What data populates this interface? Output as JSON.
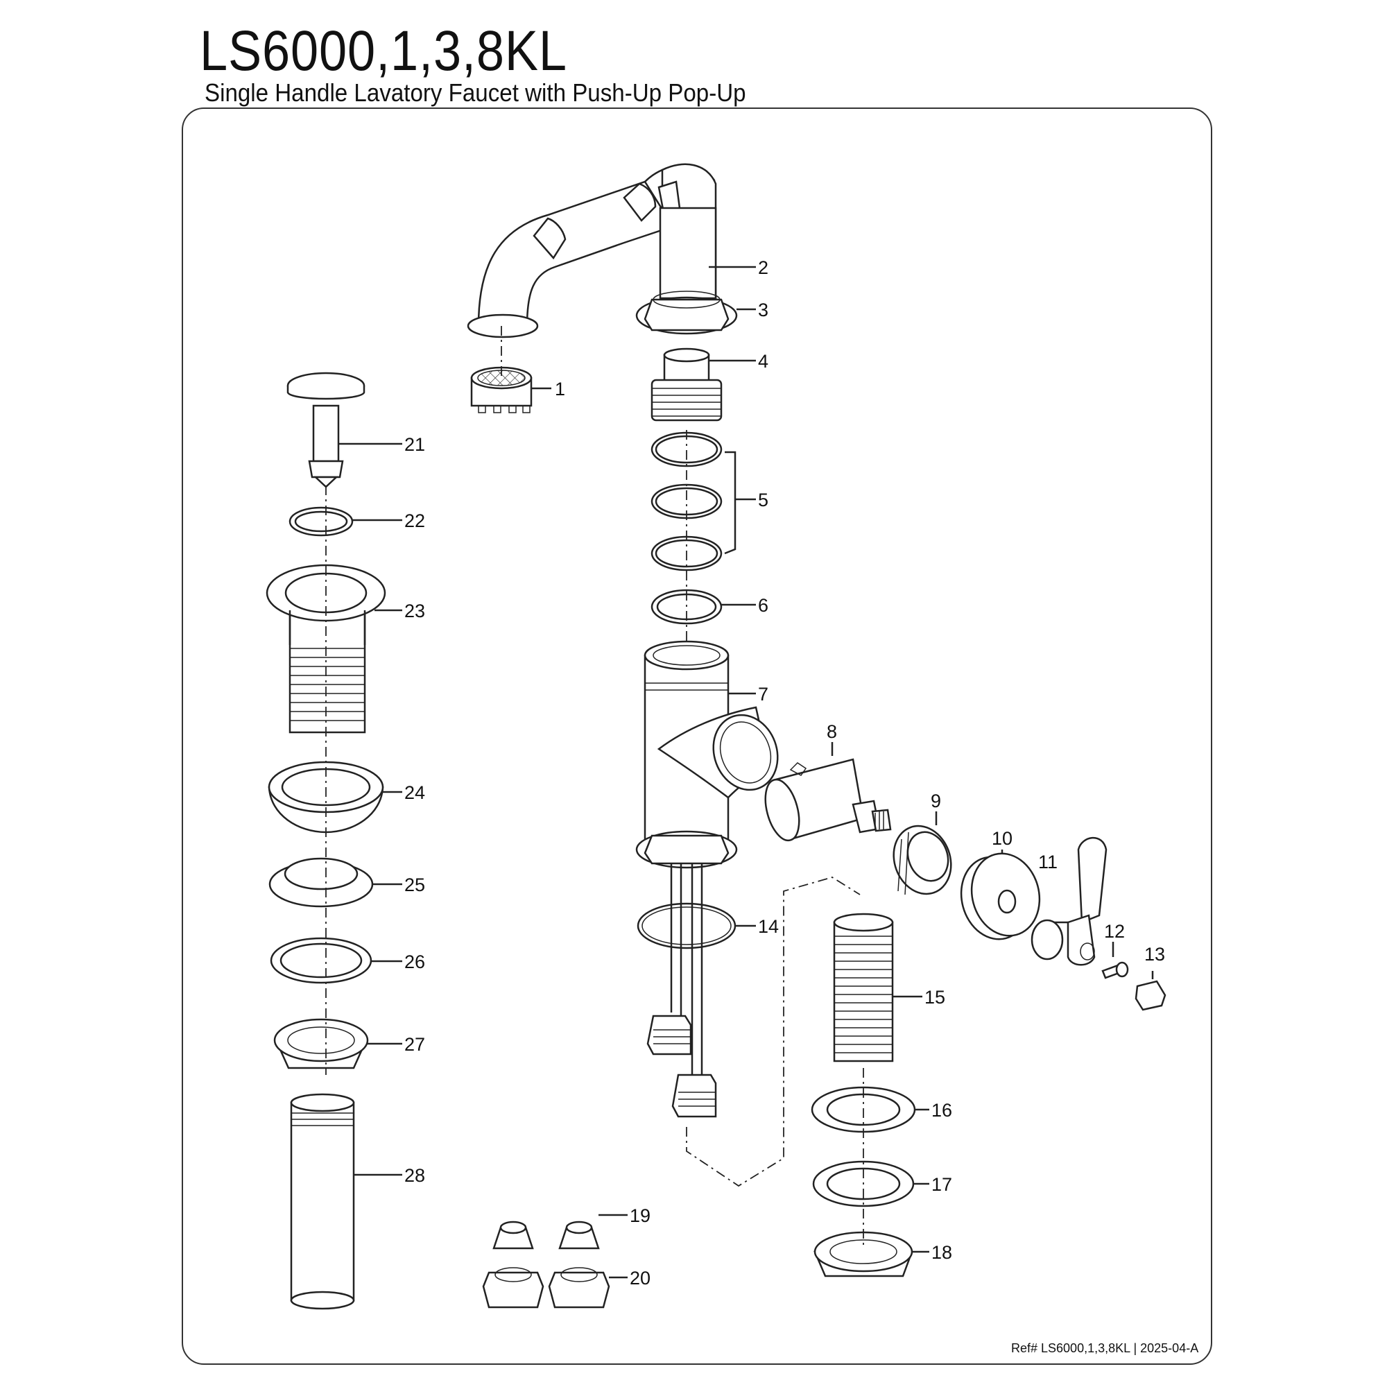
{
  "title": "LS6000,1,3,8KL",
  "subtitle": "Single Handle Lavatory Faucet with Push-Up Pop-Up",
  "reference": "Ref# LS6000,1,3,8KL | 2025-04-A",
  "parts": [
    {
      "id": "p1",
      "label": "1"
    },
    {
      "id": "p2",
      "label": "2"
    },
    {
      "id": "p3",
      "label": "3"
    },
    {
      "id": "p4",
      "label": "4"
    },
    {
      "id": "p5",
      "label": "5"
    },
    {
      "id": "p6",
      "label": "6"
    },
    {
      "id": "p7",
      "label": "7"
    },
    {
      "id": "p8",
      "label": "8"
    },
    {
      "id": "p9",
      "label": "9"
    },
    {
      "id": "p10",
      "label": "10"
    },
    {
      "id": "p11",
      "label": "11"
    },
    {
      "id": "p12",
      "label": "12"
    },
    {
      "id": "p13",
      "label": "13"
    },
    {
      "id": "p14",
      "label": "14"
    },
    {
      "id": "p15",
      "label": "15"
    },
    {
      "id": "p16",
      "label": "16"
    },
    {
      "id": "p17",
      "label": "17"
    },
    {
      "id": "p18",
      "label": "18"
    },
    {
      "id": "p19",
      "label": "19"
    },
    {
      "id": "p20",
      "label": "20"
    },
    {
      "id": "p21",
      "label": "21"
    },
    {
      "id": "p22",
      "label": "22"
    },
    {
      "id": "p23",
      "label": "23"
    },
    {
      "id": "p24",
      "label": "24"
    },
    {
      "id": "p25",
      "label": "25"
    },
    {
      "id": "p26",
      "label": "26"
    },
    {
      "id": "p27",
      "label": "27"
    },
    {
      "id": "p28",
      "label": "28"
    }
  ]
}
